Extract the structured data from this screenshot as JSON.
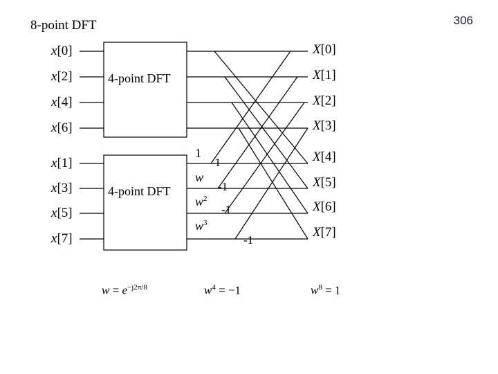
{
  "page_number": "306",
  "title": "8-point DFT",
  "block_label": "4-point DFT",
  "inputs": [
    {
      "var": "x",
      "index": "[0]"
    },
    {
      "var": "x",
      "index": "[2]"
    },
    {
      "var": "x",
      "index": "[4]"
    },
    {
      "var": "x",
      "index": "[6]"
    },
    {
      "var": "x",
      "index": "[1]"
    },
    {
      "var": "x",
      "index": "[3]"
    },
    {
      "var": "x",
      "index": "[5]"
    },
    {
      "var": "x",
      "index": "[7]"
    }
  ],
  "outputs": [
    {
      "var": "X",
      "index": "[0]"
    },
    {
      "var": "X",
      "index": "[1]"
    },
    {
      "var": "X",
      "index": "[2]"
    },
    {
      "var": "X",
      "index": "[3]"
    },
    {
      "var": "X",
      "index": "[4]"
    },
    {
      "var": "X",
      "index": "[5]"
    },
    {
      "var": "X",
      "index": "[6]"
    },
    {
      "var": "X",
      "index": "[7]"
    }
  ],
  "twiddles": [
    {
      "base": "1",
      "exp": ""
    },
    {
      "base": "w",
      "exp": ""
    },
    {
      "base": "w",
      "exp": "2"
    },
    {
      "base": "w",
      "exp": "3"
    }
  ],
  "negatives": [
    "-1",
    "-1",
    "-1",
    "-1"
  ],
  "formulas": {
    "w_def": {
      "lhs": "w",
      "eq": " = ",
      "base": "e",
      "exp": "−j2π/8"
    },
    "w4": {
      "base": "w",
      "exp": "4",
      "rhs": " = −1"
    },
    "w8": {
      "base": "w",
      "exp": "8",
      "rhs": " = 1"
    }
  }
}
